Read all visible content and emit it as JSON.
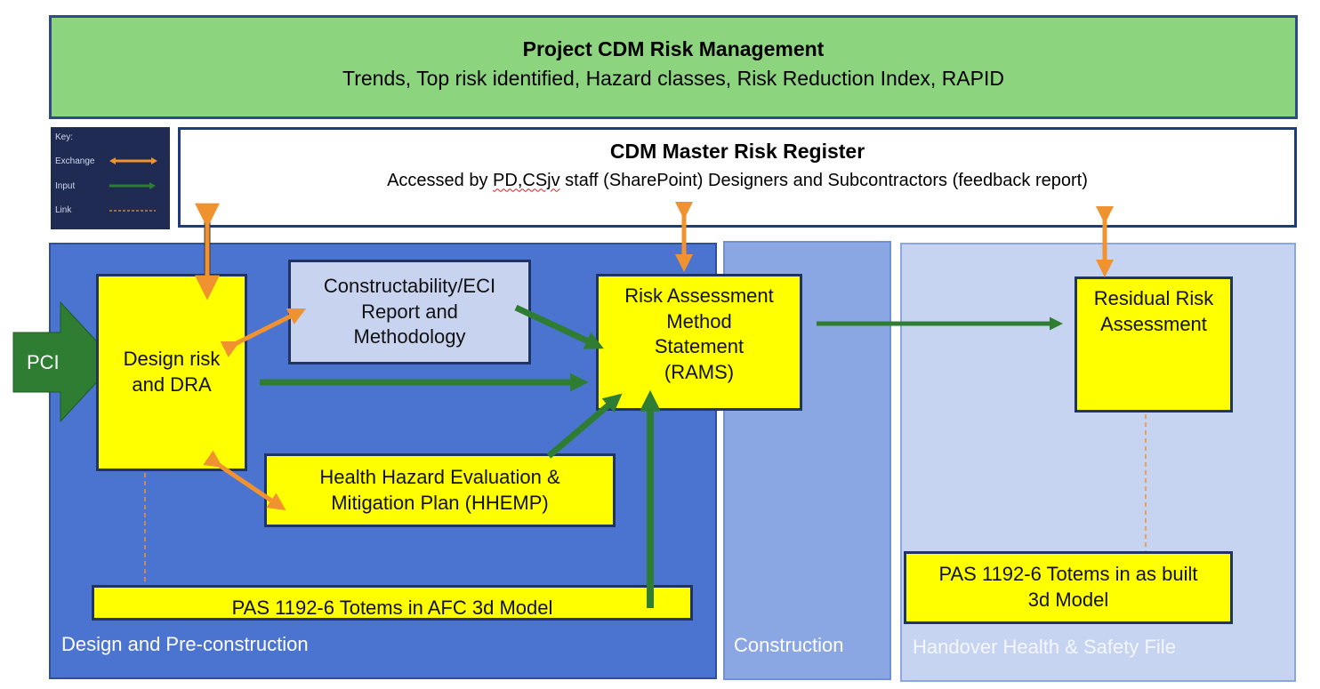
{
  "banner": {
    "title": "Project CDM Risk Management",
    "subtitle": "Trends, Top risk identified, Hazard classes, Risk Reduction Index, RAPID"
  },
  "key": {
    "title": "Key:",
    "exchange": "Exchange",
    "input": "Input",
    "link": "Link",
    "colors": {
      "exchange": "#f0922f",
      "input": "#2e7d32",
      "link": "#f0922f"
    }
  },
  "register": {
    "title": "CDM Master Risk Register",
    "subtitle_a": "Accessed by ",
    "subtitle_b": "PD,CSjv",
    "subtitle_c": " staff (SharePoint) Designers and Subcontractors (feedback report)"
  },
  "phases": {
    "design": "Design and Pre-construction",
    "construction": "Construction",
    "handover": "Handover Health & Safety File"
  },
  "pci": "PCI",
  "boxes": {
    "design_risk": [
      "Design risk",
      "and DRA"
    ],
    "constructability": [
      "Constructability/ECI",
      "Report and",
      "Methodology"
    ],
    "rams": [
      "Risk Assessment",
      "Method",
      "Statement",
      "(RAMS)"
    ],
    "hhemp": [
      "Health Hazard Evaluation &",
      "Mitigation Plan (HHEMP)"
    ],
    "afc": "PAS 1192-6 Totems in AFC 3d Model",
    "residual": [
      "Residual Risk",
      "Assessment"
    ],
    "asbuilt": [
      "PAS 1192-6 Totems in as built",
      "3d Model"
    ]
  },
  "colors": {
    "banner": "#8dd47f",
    "design_phase": "#4b74d0",
    "construction_phase": "#8aa6e3",
    "handover_phase": "#c6d3f1",
    "box_yellow": "#ffff00",
    "box_light_blue": "#c7d3ef"
  }
}
